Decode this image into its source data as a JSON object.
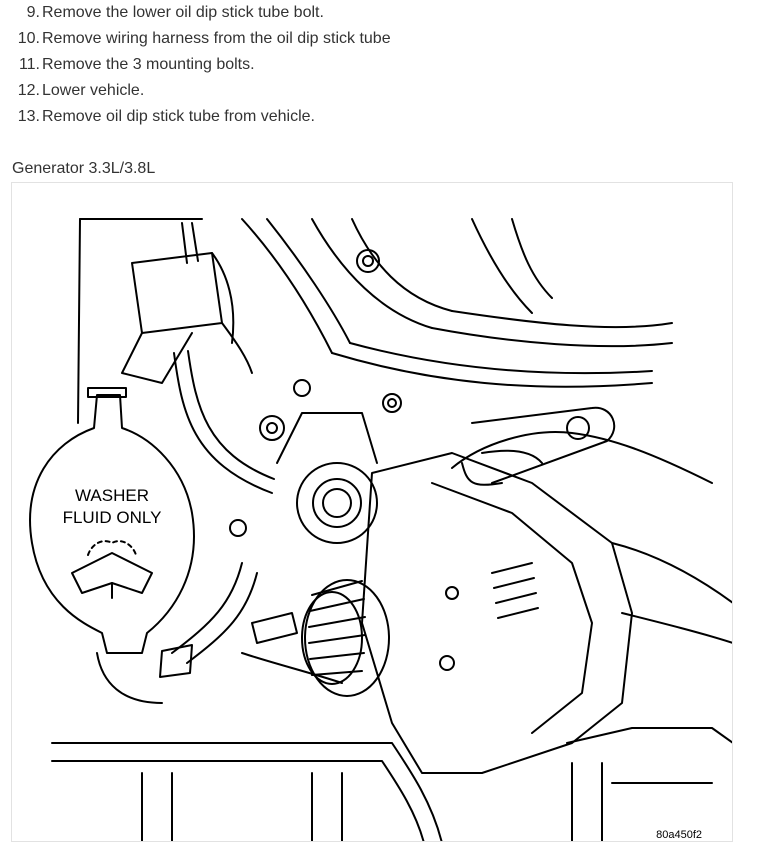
{
  "steps": [
    {
      "num": "9.",
      "text": "Remove the lower oil dip stick tube bolt."
    },
    {
      "num": "10.",
      "text": "Remove wiring harness from the oil dip stick tube"
    },
    {
      "num": "11.",
      "text": "Remove the 3 mounting bolts."
    },
    {
      "num": "12.",
      "text": "Lower vehicle."
    },
    {
      "num": "13.",
      "text": "Remove oil dip stick tube from vehicle."
    }
  ],
  "caption": "Generator 3.3L/3.8L",
  "figure": {
    "cap_label_line1": "WASHER",
    "cap_label_line2": "FLUID ONLY",
    "part_number": "80a450f2"
  }
}
